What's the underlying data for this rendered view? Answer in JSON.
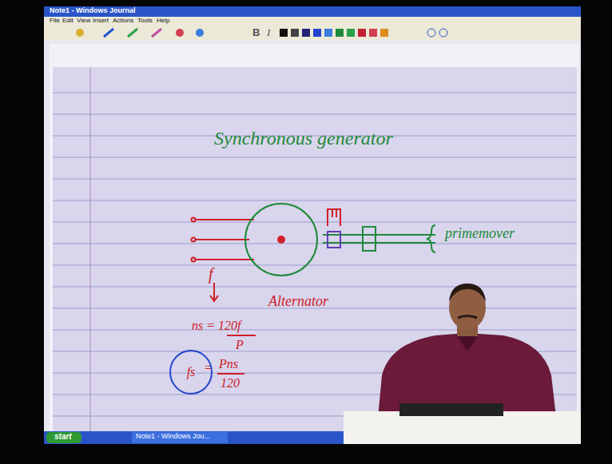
{
  "diagram": {
    "title": "Synchronous generator",
    "nodes": [
      {
        "text": [
          "Alternator"
        ]
      },
      {
        "text": [
          "fs"
        ]
      }
    ],
    "labels": [
      "Note1 - Windows Journal",
      "File",
      "Edit",
      "View",
      "Insert",
      "Actions",
      "Tools",
      "Help",
      "B",
      "I",
      "primemover",
      "f",
      "ns = 120f",
      "P",
      "=",
      "Pns",
      "120",
      "start",
      "Note1 - Windows Jou..."
    ]
  }
}
